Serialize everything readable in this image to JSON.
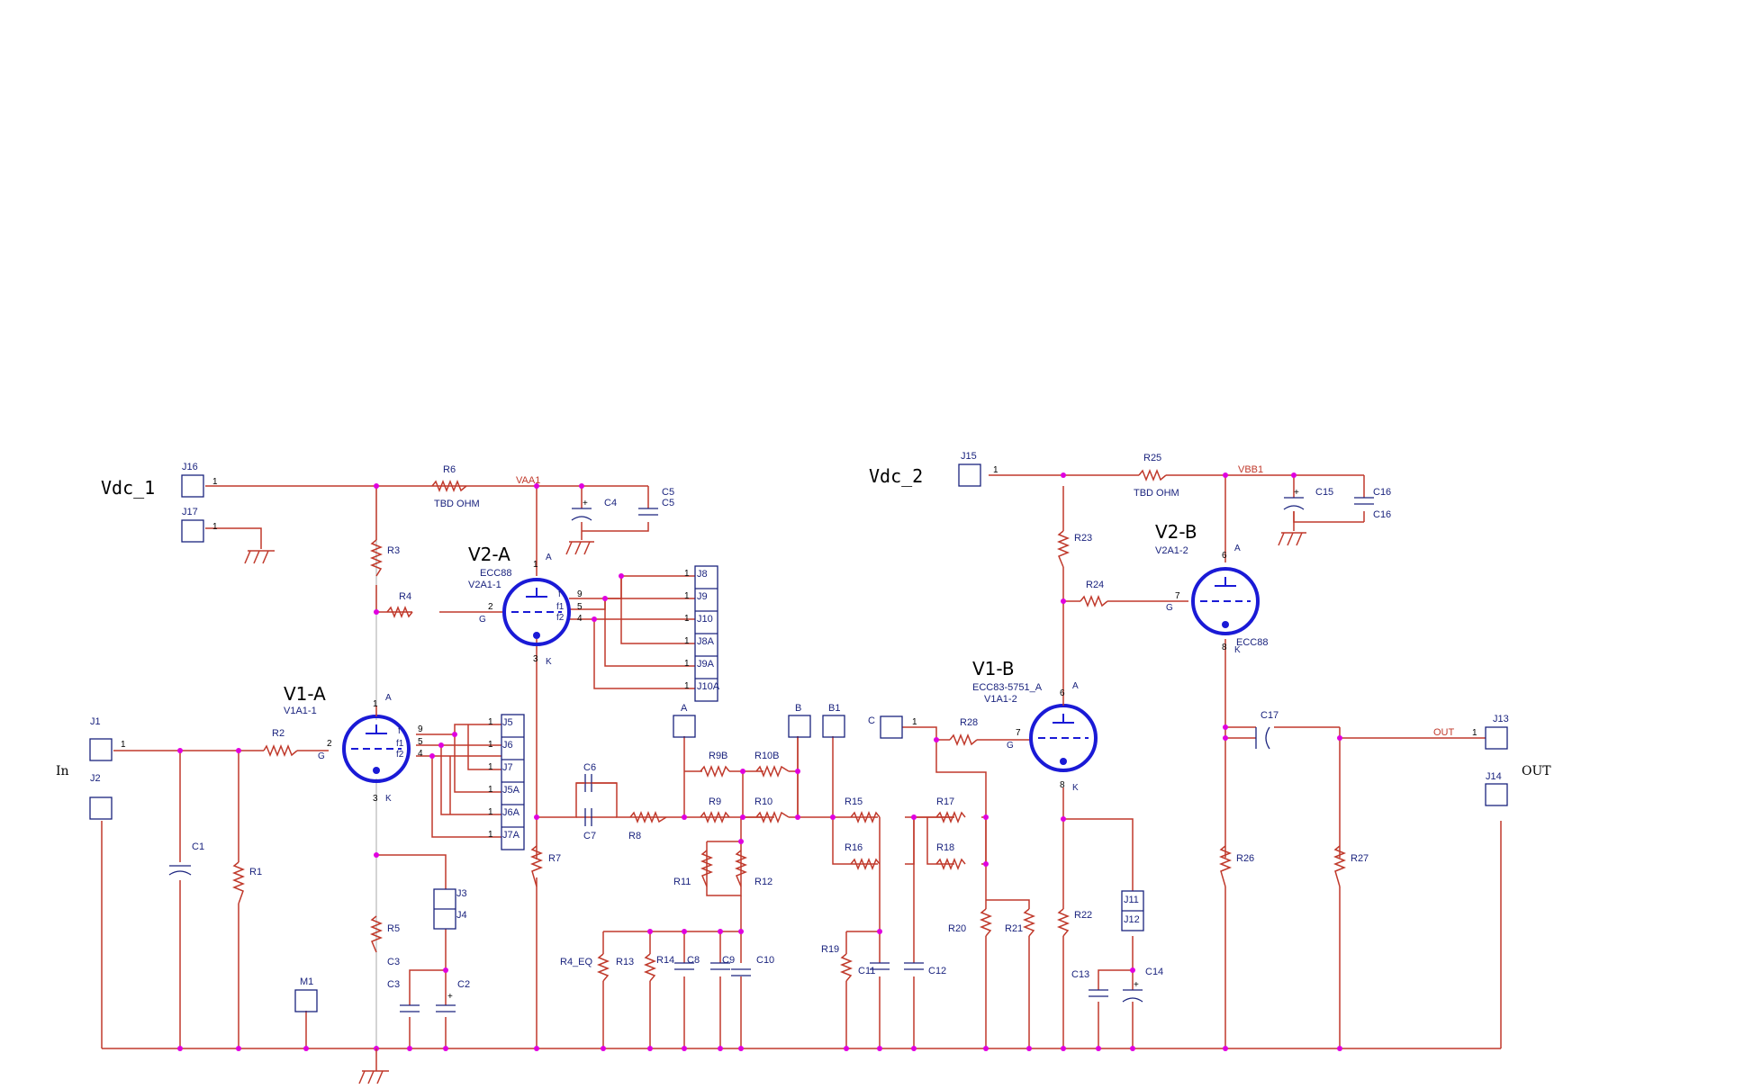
{
  "supplies": {
    "vdc1": "Vdc_1",
    "vdc2": "Vdc_2"
  },
  "io": {
    "in": "In",
    "out": "OUT",
    "out_net": "OUT"
  },
  "nets": {
    "vaa1": "VAA1",
    "vbb1": "VBB1"
  },
  "tubes": {
    "v1a": {
      "name": "V1-A",
      "part": "",
      "ref": "V1A1-1"
    },
    "v2a": {
      "name": "V2-A",
      "part": "ECC88",
      "ref": "V2A1-1"
    },
    "v1b": {
      "name": "V1-B",
      "part": "ECC83-5751_A",
      "ref": "V1A1-2"
    },
    "v2b": {
      "name": "V2-B",
      "part": "ECC88",
      "ref": "V2A1-2"
    }
  },
  "connectors": [
    "J1",
    "J2",
    "J3",
    "J4",
    "J5",
    "J6",
    "J7",
    "J5A",
    "J6A",
    "J7A",
    "J8",
    "J9",
    "J10",
    "J8A",
    "J9A",
    "J10A",
    "J11",
    "J12",
    "J13",
    "J14",
    "J15",
    "J16",
    "J17",
    "M1",
    "A",
    "B",
    "B1",
    "C"
  ],
  "resistors": [
    "R1",
    "R2",
    "R3",
    "R4",
    "R5",
    "R6",
    "R7",
    "R8",
    "R9",
    "R9B",
    "R10",
    "R10B",
    "R11",
    "R12",
    "R13",
    "R14",
    "R15",
    "R16",
    "R17",
    "R18",
    "R19",
    "R20",
    "R21",
    "R22",
    "R23",
    "R24",
    "R25",
    "R26",
    "R27",
    "R28",
    "R4_EQ"
  ],
  "capacitors": [
    "C1",
    "C2",
    "C3",
    "C3",
    "C4",
    "C5",
    "C5",
    "C6",
    "C7",
    "C8",
    "C9",
    "C10",
    "C11",
    "C12",
    "C13",
    "C14",
    "C15",
    "C16",
    "C16",
    "C17"
  ],
  "values": {
    "r6": "TBD OHM",
    "r25": "TBD OHM"
  },
  "pins": {
    "one": "1",
    "two": "2",
    "three": "3",
    "four": "4",
    "five": "5",
    "six": "6",
    "seven": "7",
    "eight": "8",
    "nine": "9",
    "a": "A",
    "k": "K",
    "g": "G",
    "f": "f",
    "f1": "f1",
    "f2": "f2",
    "plus": "+"
  },
  "colors": {
    "wire": "#c0392b",
    "tube": "#1a1ad6",
    "junction": "#e000e0",
    "part": "#1a237e"
  }
}
